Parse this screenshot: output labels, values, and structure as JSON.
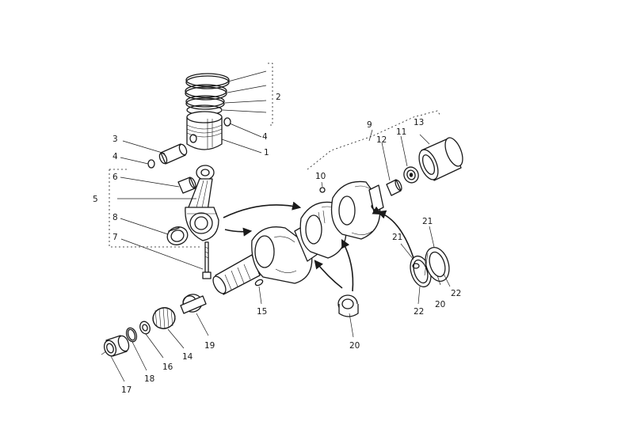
{
  "diagram": {
    "callouts": {
      "c1": "1",
      "c2": "2",
      "c3": "3",
      "c4a": "4",
      "c4b": "4",
      "c5": "5",
      "c6": "6",
      "c7": "7",
      "c8": "8",
      "c9": "9",
      "c10": "10",
      "c11": "11",
      "c12": "12",
      "c13": "13",
      "c14": "14",
      "c15": "15",
      "c16": "16",
      "c17": "17",
      "c18": "18",
      "c19": "19",
      "c20a": "20",
      "c20b": "20",
      "c21a": "21",
      "c21b": "21",
      "c22a": "22",
      "c22b": "22"
    }
  }
}
